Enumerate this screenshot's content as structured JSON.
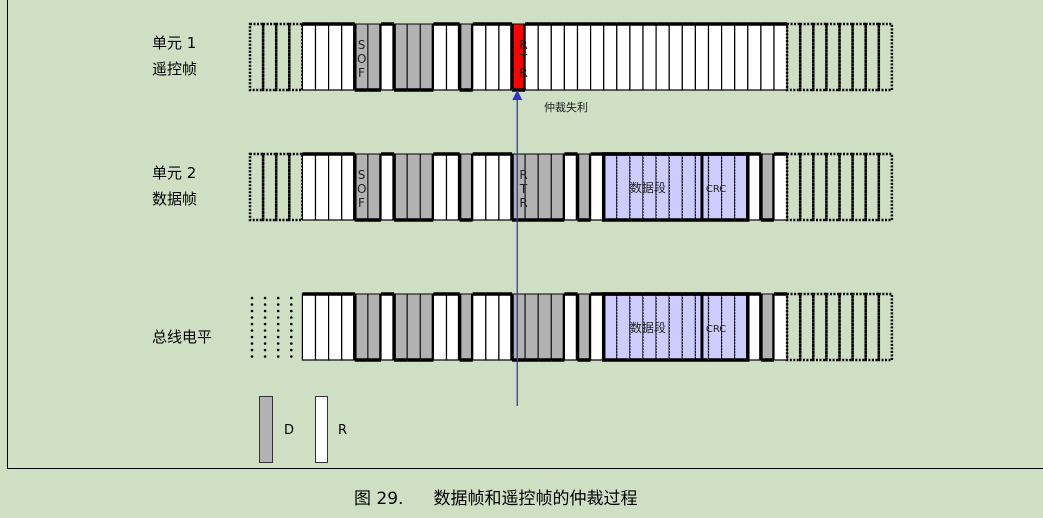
{
  "rows": [
    {
      "label_line1": "单元 1",
      "label_line2": "遥控帧",
      "bits": "uuuurrrrddrdddrrdrrrxrrrrrrrrrrrrrrrrrrrruuuuuuuu",
      "sof": "SOF",
      "rtr": "RTR",
      "data_field": "",
      "crc": ""
    },
    {
      "label_line1": "单元 2",
      "label_line2": "数据帧",
      "bits": "uuuurrrrddrdddrrdrrrddddrdrppppppppppprdruuuuuuuu",
      "sof": "SOF",
      "rtr": "RTR",
      "data_field": "数据段",
      "crc": "CRC"
    },
    {
      "label_line1": "总线电平",
      "label_line2": "",
      "bits": "vvvvrrrrddrdddrrdrrrddddrdrppppppppppprdruuuuuuuu",
      "sof": "",
      "rtr": "",
      "data_field": "数据段",
      "crc": "CRC"
    }
  ],
  "arbitration_label": "仲裁失利",
  "legend": {
    "dominant": "D",
    "recessive": "R"
  },
  "caption": {
    "number": "图 29.",
    "title": "数据帧和遥控帧的仲裁过程"
  },
  "colors": {
    "background": "#cfdfc4",
    "dominant": "#b2b2b2",
    "rtr_lost": "#ff0000",
    "data_field": "#ccccff",
    "arrow": "#3333cc"
  }
}
